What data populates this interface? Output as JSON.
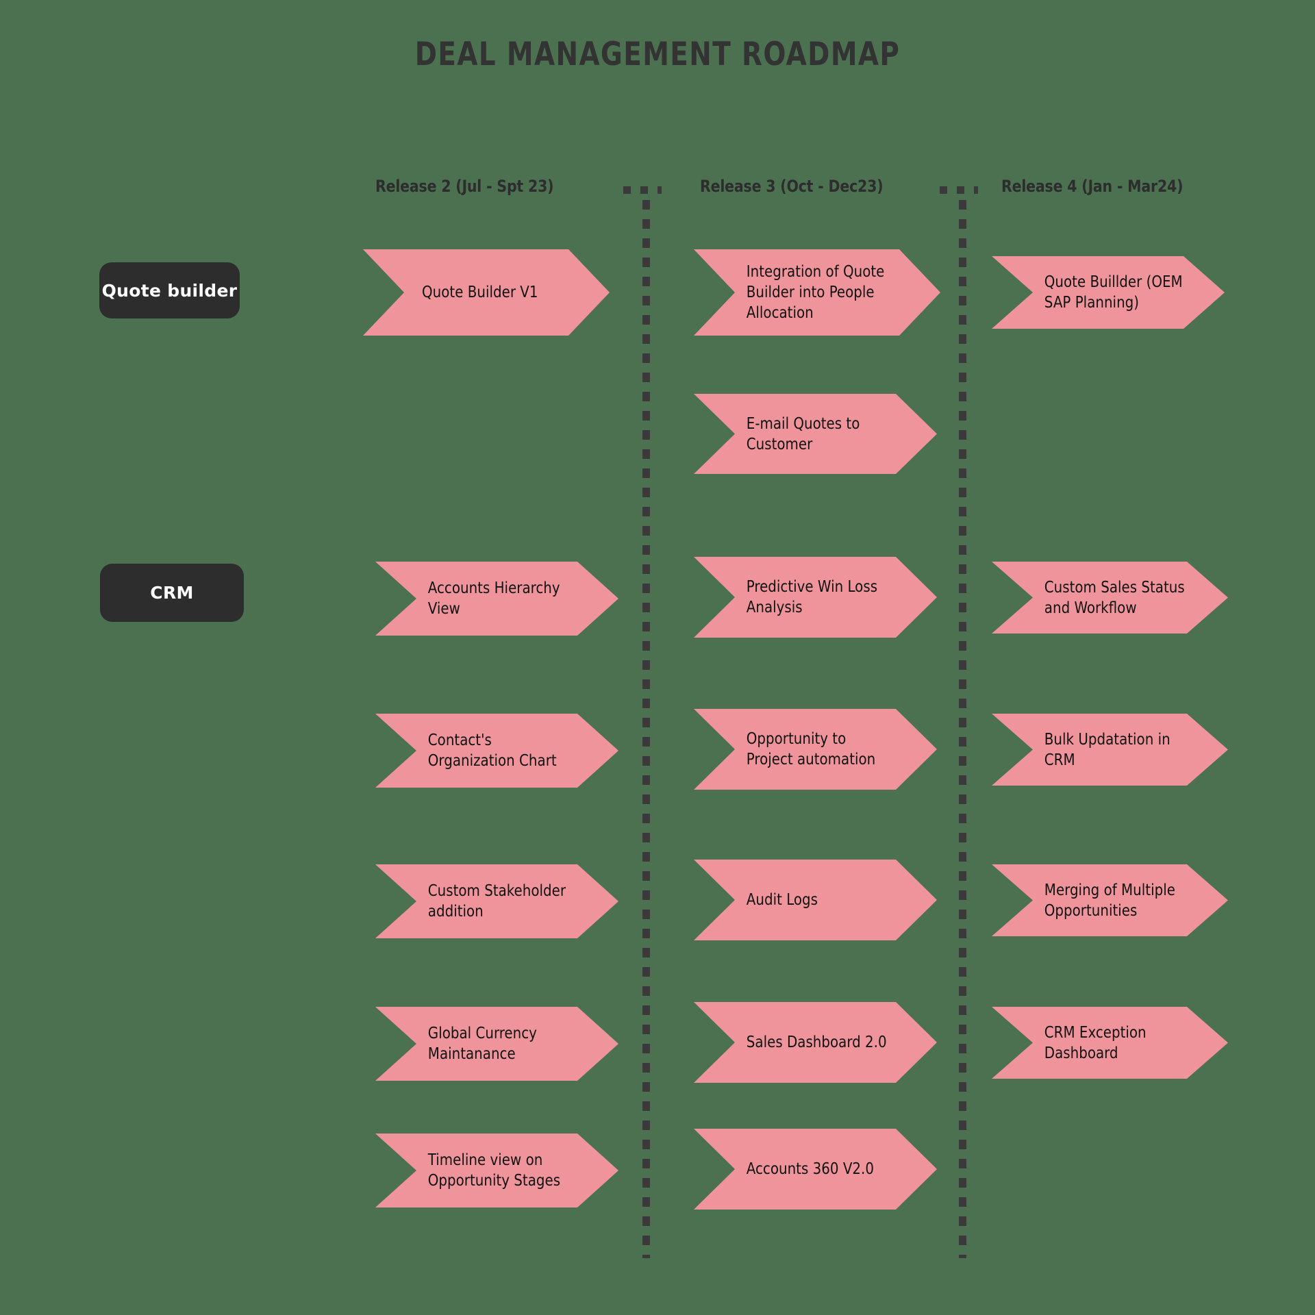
{
  "title": "DEAL MANAGEMENT ROADMAP",
  "colors": {
    "background": "#4b7151",
    "chevron": "#f0949c",
    "pill": "#2d2d2d",
    "pill_text": "#ffffff",
    "title_text": "#333333",
    "divider": "#3a3a3a",
    "chevron_text": "#111111"
  },
  "columns": [
    {
      "label": "Release 2 (Jul - Spt 23)"
    },
    {
      "label": "Release 3 (Oct - Dec23)"
    },
    {
      "label": "Release 4 (Jan - Mar24)"
    }
  ],
  "rows": [
    {
      "label": "Quote builder"
    },
    {
      "label": "CRM"
    }
  ],
  "items": {
    "quote_builder": {
      "release2": [
        {
          "text": "Quote Builder V1"
        }
      ],
      "release3": [
        {
          "text": "Integration of Quote\nBuilder into People\nAllocation"
        },
        {
          "text": "E-mail Quotes to\nCustomer"
        }
      ],
      "release4": [
        {
          "text": "Quote Buillder (OEM\nSAP Planning)"
        }
      ]
    },
    "crm": {
      "release2": [
        {
          "text": "Accounts Hierarchy\nView"
        },
        {
          "text": "Contact's\nOrganization Chart"
        },
        {
          "text": "Custom Stakeholder\naddition"
        },
        {
          "text": "Global Currency\nMaintanance"
        },
        {
          "text": "Timeline view on\nOpportunity Stages"
        }
      ],
      "release3": [
        {
          "text": "Predictive Win Loss\nAnalysis"
        },
        {
          "text": "Opportunity to\nProject automation"
        },
        {
          "text": "Audit Logs"
        },
        {
          "text": "Sales Dashboard 2.0"
        },
        {
          "text": "Accounts 360 V2.0"
        }
      ],
      "release4": [
        {
          "text": "Custom Sales Status\nand Workflow"
        },
        {
          "text": "Bulk Updatation in\nCRM"
        },
        {
          "text": "Merging of Multiple\nOpportunities"
        },
        {
          "text": "CRM Exception\nDashboard"
        }
      ]
    }
  }
}
